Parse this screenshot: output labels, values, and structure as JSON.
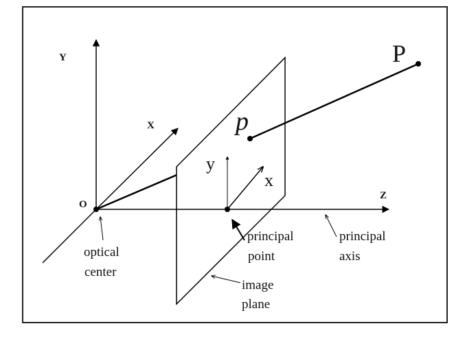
{
  "labels": {
    "Y_axis": "Y",
    "X_axis": "X",
    "Z_axis": "Z",
    "origin": "O",
    "optical_center_line1": "optical",
    "optical_center_line2": "center",
    "image_y": "y",
    "image_x": "x",
    "point_image": "p",
    "point_world": "P",
    "principal_point_line1": "principal",
    "principal_point_line2": "point",
    "principal_axis_line1": "principal",
    "principal_axis_line2": "axis",
    "image_plane_line1": "image",
    "image_plane_line2": "plane"
  }
}
